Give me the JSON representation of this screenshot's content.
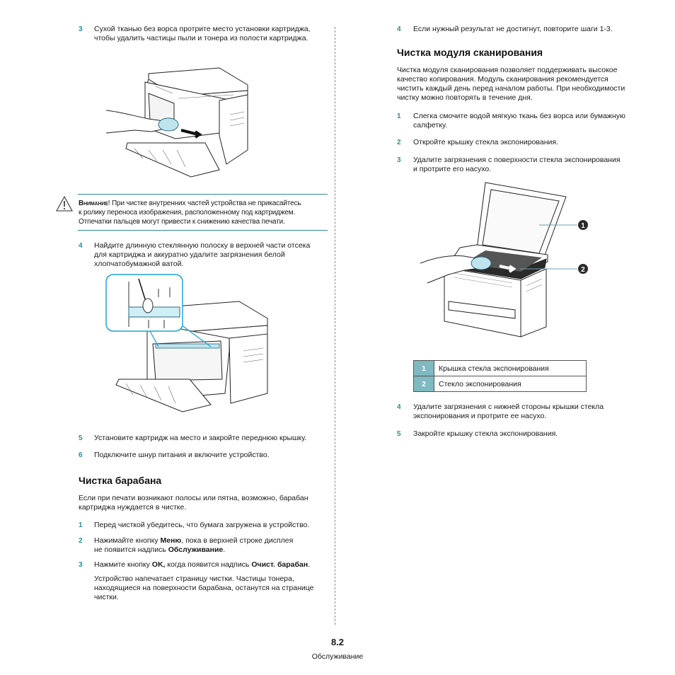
{
  "left": {
    "step3": {
      "num": "3",
      "text": "Сухой тканью без ворса протрите место установки картриджа,\nчтобы удалить частицы пыли и тонера из полости картриджа."
    },
    "caution": {
      "bold": "Внимание",
      "text": "! При чистке внутренних частей устройства не прикасайтесь\nк ролику переноса изображения, расположенному под картриджем.\nОтпечатки пальцев могут привести к снижению качества печати."
    },
    "step4": {
      "num": "4",
      "text": "Найдите длинную стеклянную полоску в верхней части отсека\nдля картриджа и аккуратно удалите загрязнения белой\nхлопчатобумажной ватой."
    },
    "step5": {
      "num": "5",
      "text": "Установите картридж на место и закройте переднюю крышку."
    },
    "step6": {
      "num": "6",
      "text": "Подключите шнур питания и включите устройство."
    },
    "drum_heading": "Чистка барабана",
    "drum_intro": "Если при печати возникают полосы или пятна, возможно, барабан\nкартриджа нуждается в чистке.",
    "d1": {
      "num": "1",
      "text": "Перед чисткой убедитесь, что бумага загружена в устройство."
    },
    "d2": {
      "num": "2",
      "a": "Нажимайте кнопку ",
      "b": "Меню",
      "c": ", пока в верхней строке дисплея",
      "d": "не появится надпись ",
      "e": "Обслуживание",
      "f": "."
    },
    "d3": {
      "num": "3",
      "a": "Нажмите кнопку ",
      "b": "OK,",
      "c": " когда появится надпись ",
      "d": "Очист. барабан",
      "e": "."
    },
    "d3_note": "Устройство напечатает страницу чистки. Частицы тонера,\nнаходящиеся на поверхности барабана, останутся на странице\nчистки."
  },
  "right": {
    "step4": {
      "num": "4",
      "text": "Если нужный результат не достигнут, повторите шаги 1-3."
    },
    "scan_heading": "Чистка модуля сканирования",
    "scan_intro": "Чистка модуля сканирования позволяет поддерживать высокое\nкачество копирования. Модуль сканирования рекомендуется\nчистить каждый день перед началом работы. При необходимости\nчистку можно повторять в течение дня.",
    "s1": {
      "num": "1",
      "text": "Слегка смочите водой мягкую ткань без ворса или бумажную\nсалфетку."
    },
    "s2": {
      "num": "2",
      "text": "Откройте крышку стекла экспонирования."
    },
    "s3": {
      "num": "3",
      "text": "Удалите загрязнения с поверхности стекла экспонирования\nи протрите его насухо."
    },
    "callouts": [
      "1",
      "2"
    ],
    "legend": [
      {
        "num": "1",
        "label": "Крышка стекла экспонирования"
      },
      {
        "num": "2",
        "label": "Стекло экспонирования"
      }
    ],
    "s4": {
      "num": "4",
      "text": "Удалите загрязнения с нижней стороны крышки стекла\nэкспонирования и протрите ее насухо."
    },
    "s5": {
      "num": "5",
      "text": "Закройте крышку стекла экспонирования."
    }
  },
  "footer": {
    "page": "8.2",
    "section": "Обслуживание"
  },
  "colors": {
    "accent": "#2f8b98",
    "callout_line": "#6f9fb0",
    "legend_fill": "#7fb9c1",
    "zoom_frame": "#1fa3d6"
  }
}
